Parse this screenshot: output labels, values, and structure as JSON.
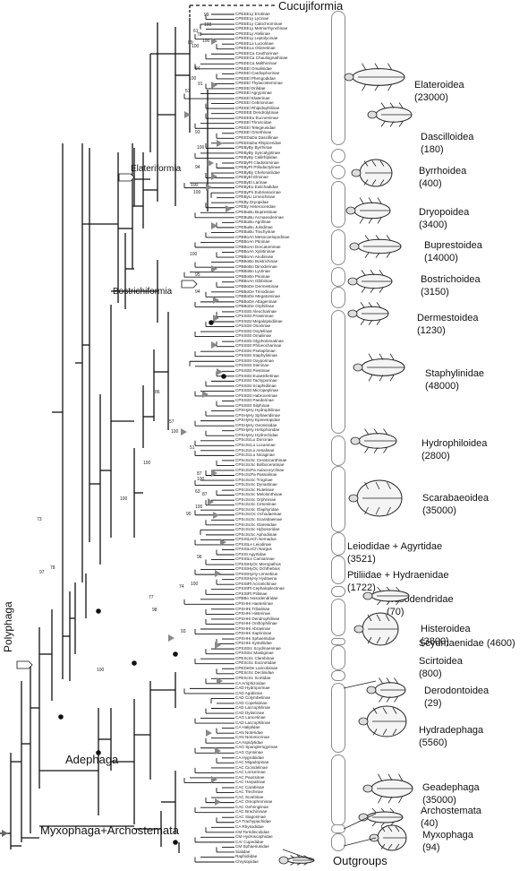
{
  "top_label": "Cucujiformia",
  "clade_labels": {
    "polyphaga": "Polyphaga",
    "elateriformia": "Elateriformia",
    "bostrichiformia": "Bostrichiformia",
    "adephaga": "Adephaga",
    "myxo_archo": "Myxophaga+Archostemata",
    "outgroups": "Outgroups"
  },
  "groups": [
    {
      "name": "Elateroidea",
      "count": "(23000)"
    },
    {
      "name": "Dascilloidea",
      "count": "(180)"
    },
    {
      "name": "Byrrhoidea",
      "count": "(400)"
    },
    {
      "name": "Dryopoidea",
      "count": "(3400)"
    },
    {
      "name": "Buprestoidea",
      "count": "(14000)"
    },
    {
      "name": "Bostrichoidea",
      "count": "(3150)"
    },
    {
      "name": "Dermestoidea",
      "count": "(1230)"
    },
    {
      "name": "Staphylinidae",
      "count": "(48000)"
    },
    {
      "name": "Hydrophiloidea",
      "count": "(2800)"
    },
    {
      "name": "Scarabaeoidea",
      "count": "(35000)"
    },
    {
      "name": "Leiodidae + Agyrtidae",
      "count": "(3521)"
    },
    {
      "name": "Ptiliidae + Hydraenidae",
      "count": "(1722)"
    },
    {
      "name": "Nosodendridae",
      "count": "(70)"
    },
    {
      "name": "Histeroidea",
      "count": "(3800)"
    },
    {
      "name": "Scydmaenidae (4600)",
      "count": ""
    },
    {
      "name": "Scirtoidea",
      "count": "(800)"
    },
    {
      "name": "Derodontoidea",
      "count": "(29)"
    },
    {
      "name": "Hydradephaga",
      "count": "(5560)"
    },
    {
      "name": "Geadephaga",
      "count": "(35000)"
    },
    {
      "name": "Archostemata",
      "count": "(40)"
    },
    {
      "name": "Myxophaga",
      "count": "(94)"
    }
  ],
  "support_values": [
    "99",
    "100",
    "61",
    "89",
    "100",
    "78",
    "100",
    "100",
    "84",
    "91",
    "57",
    "100",
    "93",
    "100",
    "94",
    "100",
    "100",
    "95",
    "94",
    "73",
    "78",
    "97",
    "100",
    "87",
    "100",
    "90",
    "100",
    "86",
    "57",
    "100",
    "51",
    "87",
    "100",
    "63",
    "96",
    "98",
    "77",
    "74",
    "100",
    "93",
    "100"
  ],
  "taxa": [
    "CPEEELy Erotinae",
    "CPEEELy Lycinae",
    "CPEEELy Calochrominae",
    "CPEEELy Metriorrhynchinae",
    "CPEEELy Ateliinae",
    "CPEEELy Leptolycinae",
    "CPEEELa Luciolinae",
    "CPEEELa Ototretinae",
    "CPEEECa Cantharinae",
    "CPEEECa Chauliognathinae",
    "CPEEECa Malthininae",
    "CPEEEl Omalisidae",
    "CPEEEl Cardiophorinae",
    "CPEEEl Phengodidae",
    "CPEEEl Thylacosterninae",
    "CPEEEl Drilidae",
    "CPEEEl Agrypninae",
    "CPEEEl Elaterinae",
    "CPEEEl Cebrioninae",
    "CPEEEl Rhipidophilinae",
    "CPEEEE Dendrolytinae",
    "CPEEEEu Eucneminae",
    "CPEEEl Throscidae",
    "CPEEEl Telegeusidae",
    "CPEEEl Omethinae",
    "CPEEDaDa Dascillinae",
    "CPEEDaDa Rhipiceridae",
    "CPEByBy Byrrhinae",
    "CPEByBy Syncalyptinae",
    "CPEByBy Callirhipidae",
    "CPEByPt Cladotominae",
    "CPEByPt Ptilodactylinae",
    "CPEByBy Chelonariidae",
    "CPEByEl Elminae",
    "CPEByEl Larinae",
    "CPEByEu Eulichadidae",
    "CPEByPs Eubrianacinae",
    "CPEByLi Limnichinae",
    "CPEBy Dryopidae",
    "CPEBy Heteroceridae",
    "CPEBuBu Buprestinae",
    "CPEBuBu Acmaeoderinae",
    "CPEBuBu Agrilinae",
    "CPEBuBu Julodinae",
    "CPEBuBu Trachyinae",
    "CPBBoAn Mesocoelopodinae",
    "CPBBoAn Ptininae",
    "CPBBoAn Dorcatominae",
    "CPBBoAn Xyletininae",
    "CPBBoAn Anobiinae",
    "CPBBoBo Bostrichinae",
    "CPBBoBo Dinoderinae",
    "CPBBoBo Lyctinae",
    "CPBBoBo Psoinae",
    "CPBBoAn Gibbiinae",
    "CPBBoDe Dermestinae",
    "CPBBoDe Trinodinae",
    "CPBBoDe Megatominae",
    "CPBBoDe Attageninae",
    "CPBBoDe Orphilinae",
    "CPSStSt Aleocharinae",
    "CPSStSt Proteininae",
    "CPSStSt Megalopsidiinae",
    "CPSStSt Osoriinae",
    "CPSStSt Oxytelinae",
    "CPSStSt Omaliinae",
    "CPSStSt Glypholomatinae",
    "CPSStSt Phloeocharinae",
    "CPSStSt Pselaphinae",
    "CPSStSt Staphylininae",
    "CPSStSt Oxyporinae",
    "CPSStSt Steninae",
    "CPSStSt Piestinae",
    "CPSStSt Euaesthetinae",
    "CPSStSt Tachyporinae",
    "CPSStSt Scaphidiinae",
    "CPSStSt Micropeplinae",
    "CPSStSt Habrocerinae",
    "CPSStSt Paederinae",
    "CPSStSt Silphinae",
    "CPSHyHy Hydrophilinae",
    "CPSHyHy Sphaeridiinae",
    "CPSHyHy Epimetopidae",
    "CPSHyHy Georissidae",
    "CPSHyHy Helophoridae",
    "CPSHyHy Hydrochidae",
    "CPScScLu Dorcinae",
    "CPScScLu Lucaninae",
    "CPScScLu Aesalinae",
    "CPScScLu Nicaginae",
    "CPScScSc Ceratocanthinae",
    "CPScScSc Bolboceratinae",
    "CPScScPa Aulacocyclinae",
    "CPScScPa Passalinae",
    "CPScScSc Troginae",
    "CPScScSc Dynastinae",
    "CPScScSc Rutelinae",
    "CPScScSc Melolonthinae",
    "CPScScSc Orphninae",
    "CPScScSc Cetoniinae",
    "CPScScSc Glaphyridae",
    "CPScScOc Ochodaeinae",
    "CPScScSc Scarabaeinae",
    "CPScScSc Glaresidae",
    "CPScScSc Hybosoridae",
    "CPScScSc Aphodiinae",
    "CPSStLeCh Nemadus",
    "CPSStLe Leiodinae",
    "CPSStLeCh Nargus",
    "CPSSt Agyrtidae",
    "CPSStLe Camiarinae",
    "CPSStHyOc Meropathus",
    "CPSStHyOc Ochthebius",
    "CPSStHyHy Limnebius",
    "CPSStHyHy Hydraena",
    "CPSStPt Acrotrichinae",
    "CPSStPt Cephaloplectinae",
    "CPSStPt Ptiliinae",
    "CPBBo Nosodendridae",
    "CPSHHi Haeteriinae",
    "CPSHHi Tribalinae",
    "CPSHHi Histerinae",
    "CPSHHi Dendrophilinae",
    "CPSHHi Onthophilinae",
    "CPSHHi Abraeinae",
    "CPSHHi Saprininae",
    "CPSHHi Sphaeritidae",
    "CPSHHi Synteliidae",
    "CPSStSc Scydmaeninae",
    "CPSStSc Mastiginae",
    "CPEScSc Clambinae",
    "CPEScSc Eucinetidae",
    "CPEDeDe Laricobiinae",
    "CPEScSc Declinidae",
    "CPEScSc Scirtidae",
    "CA Amphizoidae",
    "CAD Hydroporinae",
    "CAD Agabinae",
    "CAD Colymbetinae",
    "CAD Copelatinae",
    "CAD Laccophilinae",
    "CAD Dytiscinae",
    "CAG Lancetinae",
    "CAD Laccophilinae",
    "CA Haliplidae",
    "CAN Noteridae",
    "CAN Notomicrinae",
    "CA Aspidytidae",
    "CAG Spanglerogyrinae",
    "CAG Gyrininae",
    "CA Hygrobiidae",
    "CAC Migadopinae",
    "CAC Cicindelinae",
    "CAC Loricerinae",
    "CAC Paussinae",
    "CAC Harpalinae",
    "CAC Carabinae",
    "CAC Trechinae",
    "CAC Scaritinae",
    "CAC Omophroninae",
    "CAC Gehringiinae",
    "CAC Brachininae",
    "CAC Siagoninae",
    "CA Trachypachidae",
    "CA Rhysodidae",
    "CM Torridincolidae",
    "CM Hydroscaphidae",
    "CAr Cupedidae",
    "CM Sphaeriusidae",
    "Sialidae",
    "Raphidiidae",
    "Chrysopidae"
  ]
}
